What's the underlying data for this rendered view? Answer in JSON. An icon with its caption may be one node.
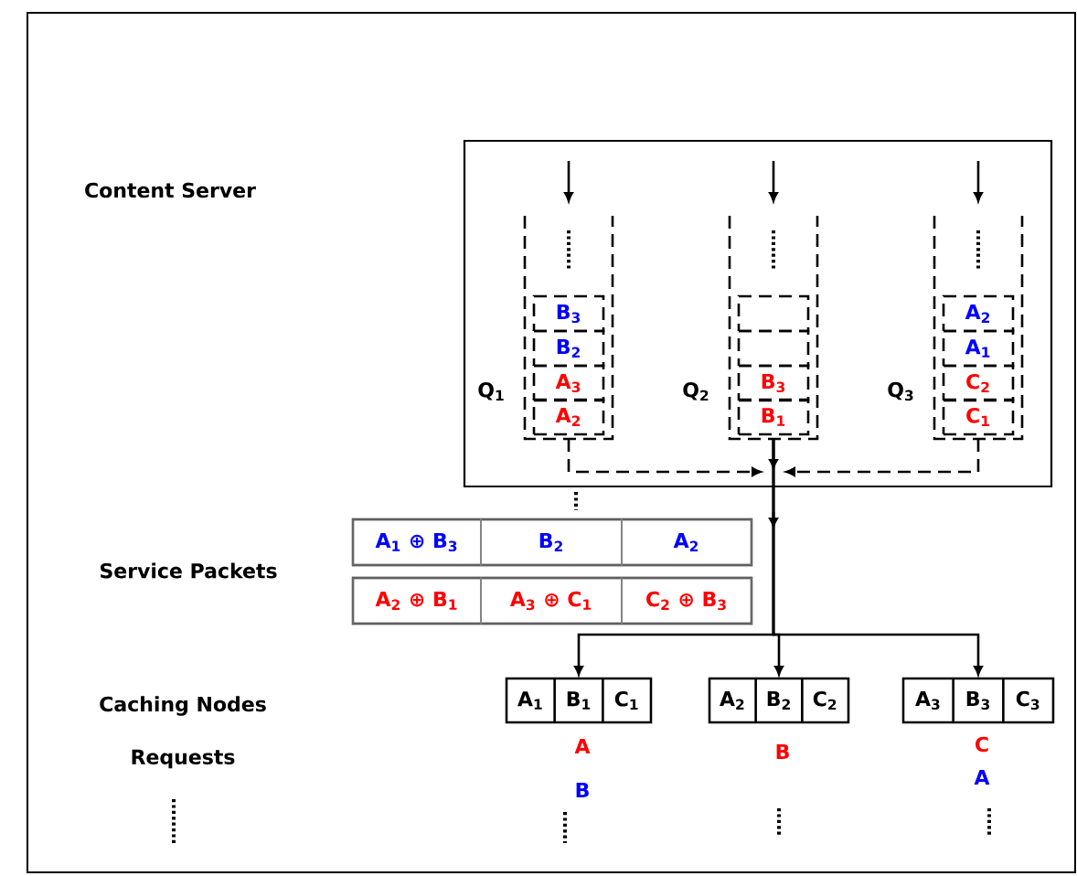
{
  "diagram": {
    "nodes": [
      {
        "text": [],
        "shape": "box"
      },
      {
        "text": [
          "Q$_{1}$"
        ],
        "in": 0
      },
      {
        "text": [
          "B$_{3}$"
        ],
        "in": 1
      },
      {
        "text": [
          "B$_{2}$"
        ],
        "in": 1
      },
      {
        "text": [
          "A$_{3}$"
        ],
        "in": 1
      },
      {
        "text": [
          "A$_{2}$"
        ],
        "in": 1
      },
      {
        "text": [
          "Q$_{2}$"
        ],
        "in": 0
      },
      {
        "text": [],
        "shape": "box",
        "in": 6
      },
      {
        "text": [],
        "shape": "box",
        "in": 6
      },
      {
        "text": [
          "B$_{3}$"
        ],
        "in": 6
      },
      {
        "text": [
          "B$_{1}$"
        ],
        "in": 6
      },
      {
        "text": [
          "Q$_{3}$"
        ],
        "in": 0
      },
      {
        "text": [
          "A$_{2}$"
        ],
        "in": 11
      },
      {
        "text": [
          "A$_{1}$"
        ],
        "in": 11
      },
      {
        "text": [
          "C$_{2}$"
        ],
        "in": 11
      },
      {
        "text": [
          "C$_{1}$"
        ],
        "in": 11
      },
      {
        "text": [],
        "shape": "box"
      },
      {
        "text": [
          "A$_{1}$ ⊕ B$_{3}$"
        ],
        "in": 16
      },
      {
        "text": [
          "B$_{2}$"
        ],
        "in": 16
      },
      {
        "text": [
          "A$_{2}$"
        ],
        "in": 16
      },
      {
        "text": [],
        "shape": "box"
      },
      {
        "text": [
          "A$_{2}$ ⊕ B$_{1}$"
        ],
        "in": 20
      },
      {
        "text": [
          "A$_{3}$ ⊕ C$_{1}$"
        ],
        "in": 20
      },
      {
        "text": [
          "C$_{2}$ ⊕ B$_{3}$"
        ],
        "in": 20
      },
      {
        "text": [],
        "shape": "box",
        "beside": [
          "A",
          "B"
        ]
      },
      {
        "text": [
          "A$_{1}$"
        ],
        "in": 24
      },
      {
        "text": [
          "B$_{1}$"
        ],
        "in": 24
      },
      {
        "text": [
          "C$_{1}$"
        ],
        "in": 24
      },
      {
        "text": [],
        "shape": "box",
        "beside": [
          "B"
        ]
      },
      {
        "text": [
          "A$_{2}$"
        ],
        "in": 28
      },
      {
        "text": [
          "B$_{2}$"
        ],
        "in": 28
      },
      {
        "text": [
          "C$_{2}$"
        ],
        "in": 28
      },
      {
        "text": [],
        "shape": "box",
        "beside": [
          "C",
          "A"
        ]
      },
      {
        "text": [
          "A$_{3}$"
        ],
        "in": 32
      },
      {
        "text": [
          "B$_{3}$"
        ],
        "in": 32
      },
      {
        "text": [
          "C$_{3}$"
        ],
        "in": 32
      }
    ],
    "edges": [
      {
        "from": null,
        "to": 1,
        "arrow": "to"
      },
      {
        "from": null,
        "to": 6,
        "arrow": "to"
      },
      {
        "from": null,
        "to": 11,
        "arrow": "to"
      },
      {
        "from": 1,
        "to": 6,
        "arrow": "to",
        "style": "dashed"
      },
      {
        "from": 11,
        "to": 6,
        "arrow": "to",
        "style": "dashed"
      },
      {
        "from": 6,
        "to": 24,
        "arrow": "to"
      },
      {
        "from": 6,
        "to": 28,
        "arrow": "to"
      },
      {
        "from": 6,
        "to": 32,
        "arrow": "to"
      }
    ],
    "labels": [
      "Content Server",
      "Service Packets",
      "Caching Nodes",
      "Requests"
    ]
  }
}
